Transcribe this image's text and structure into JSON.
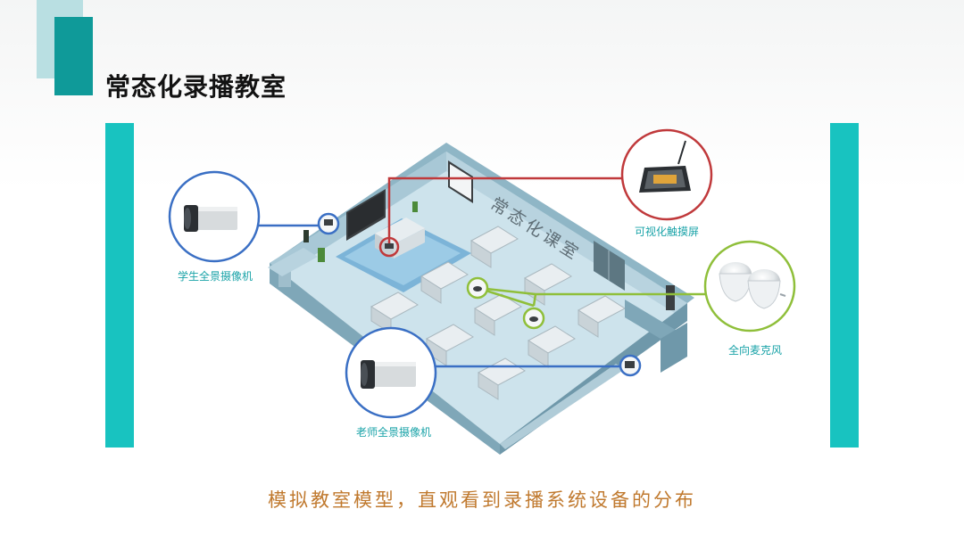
{
  "page": {
    "title": "常态化录播教室",
    "caption": "模拟教室模型，直观看到录播系统设备的分布"
  },
  "diagram": {
    "wall_sign": "常态化课室",
    "devices": [
      {
        "id": "student-camera",
        "label": "学生全景摄像机",
        "icon": "camera-icon",
        "ring_color": "#3a6fc4"
      },
      {
        "id": "teacher-camera",
        "label": "老师全景摄像机",
        "icon": "camera-icon",
        "ring_color": "#3a6fc4"
      },
      {
        "id": "touch-screen",
        "label": "可视化触摸屏",
        "icon": "touch-panel-icon",
        "ring_color": "#c0393b"
      },
      {
        "id": "microphone",
        "label": "全向麦克风",
        "icon": "microphone-icon",
        "ring_color": "#8fbf3a"
      }
    ]
  },
  "colors": {
    "accent_teal": "#18c3c0",
    "deco_dark": "#0f9a99",
    "deco_light": "#b9dfe2",
    "label_teal": "#1aa3a8",
    "caption_orange": "#c0792e"
  }
}
